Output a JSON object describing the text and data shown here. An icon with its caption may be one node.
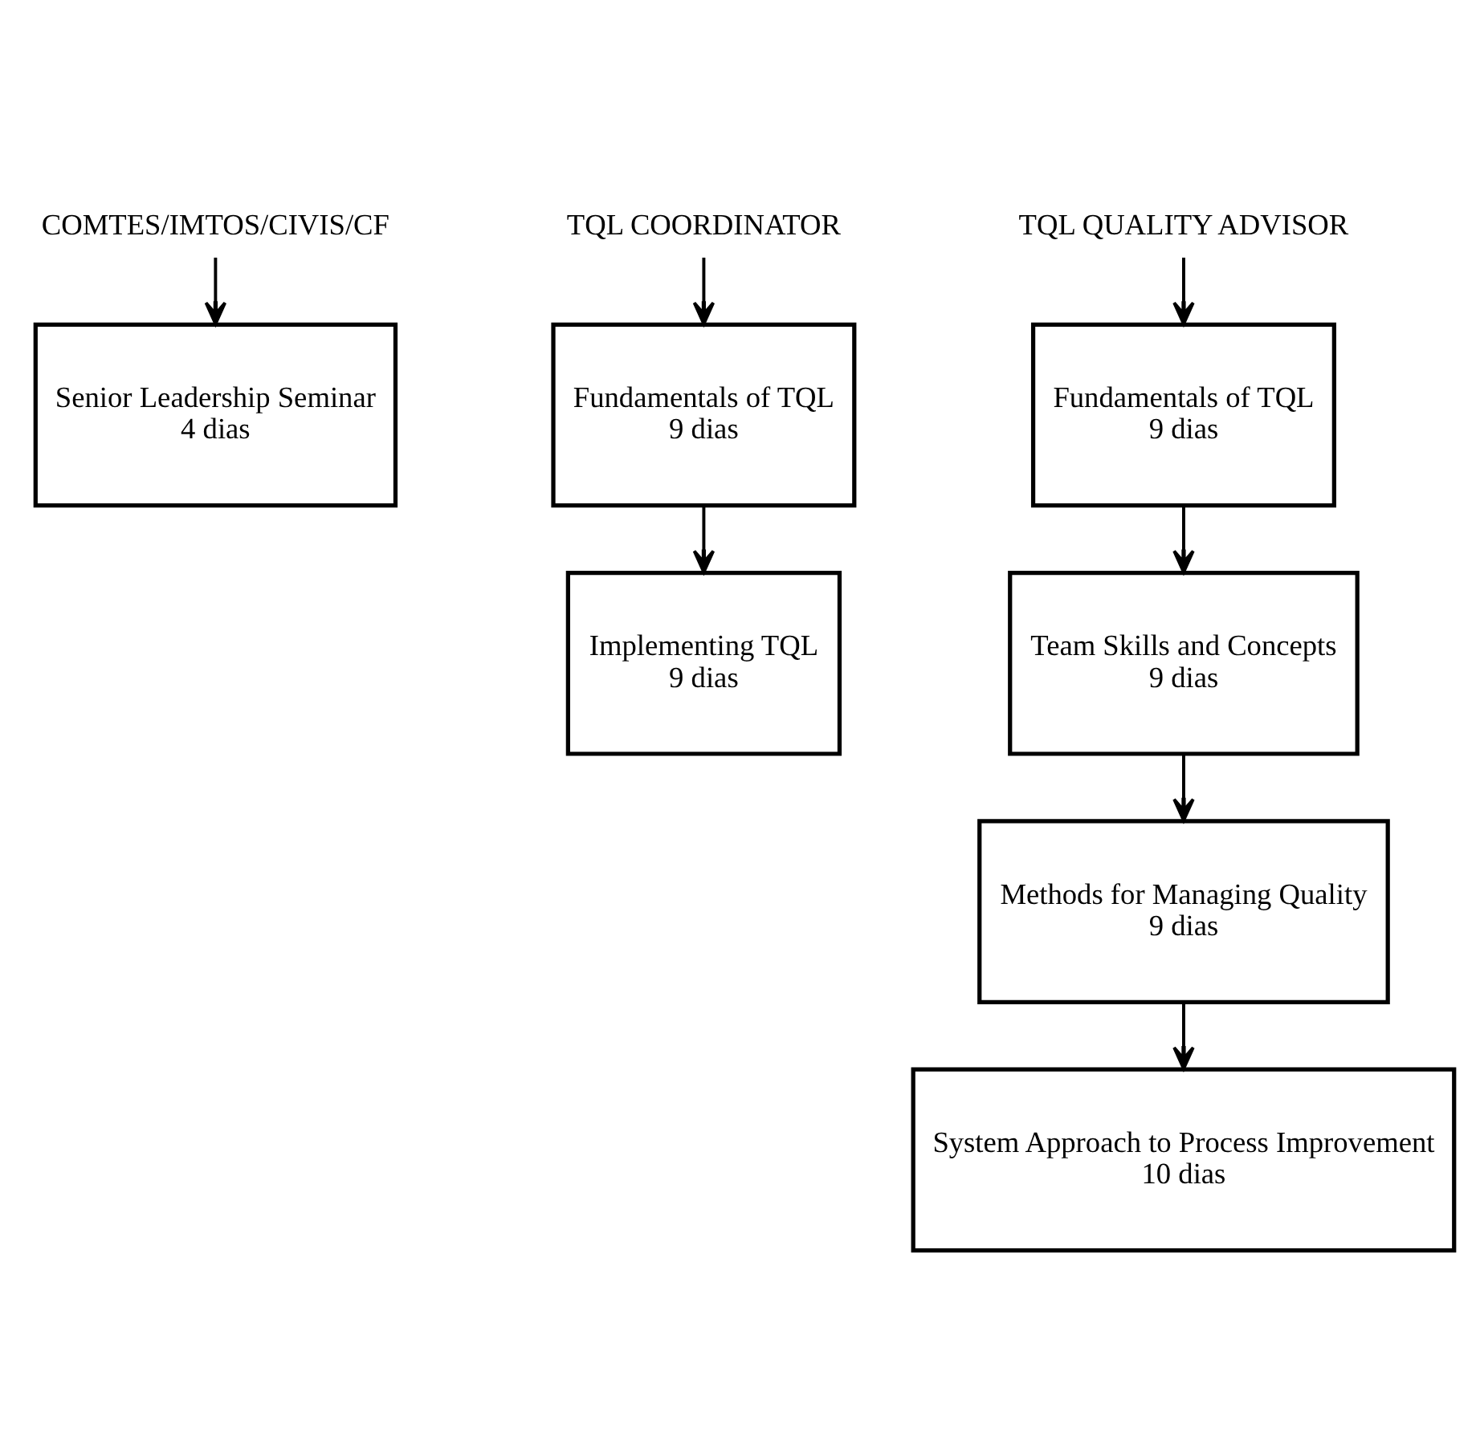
{
  "diagram": {
    "nodes": [
      {
        "text": [
          "COMTES/IMTOS/CIVIS/CF"
        ]
      },
      {
        "text": [
          "Senior Leadership Seminar",
          "4 dias"
        ]
      },
      {
        "text": [
          "TQL COORDINATOR"
        ]
      },
      {
        "text": [
          "Fundamentals of TQL",
          "9 dias"
        ]
      },
      {
        "text": [
          "Implementing TQL",
          "9 dias"
        ]
      },
      {
        "text": [
          "TQL QUALITY ADVISOR"
        ]
      },
      {
        "text": [
          "Fundamentals of TQL",
          "9 dias"
        ]
      },
      {
        "text": [
          "Team Skills and Concepts",
          "9 dias"
        ]
      },
      {
        "text": [
          "Methods for Managing Quality",
          "9 dias"
        ]
      },
      {
        "text": [
          "System Approach to Process Improvement",
          "10 dias"
        ]
      }
    ],
    "edges": [
      {
        "from": 0,
        "to": 1,
        "arrow": "to"
      },
      {
        "from": 2,
        "to": 3,
        "arrow": "to"
      },
      {
        "from": 3,
        "to": 4,
        "arrow": "to"
      },
      {
        "from": 5,
        "to": 6,
        "arrow": "to"
      },
      {
        "from": 6,
        "to": 7,
        "arrow": "to"
      },
      {
        "from": 7,
        "to": 8,
        "arrow": "to"
      },
      {
        "from": 8,
        "to": 9,
        "arrow": "to"
      }
    ]
  }
}
